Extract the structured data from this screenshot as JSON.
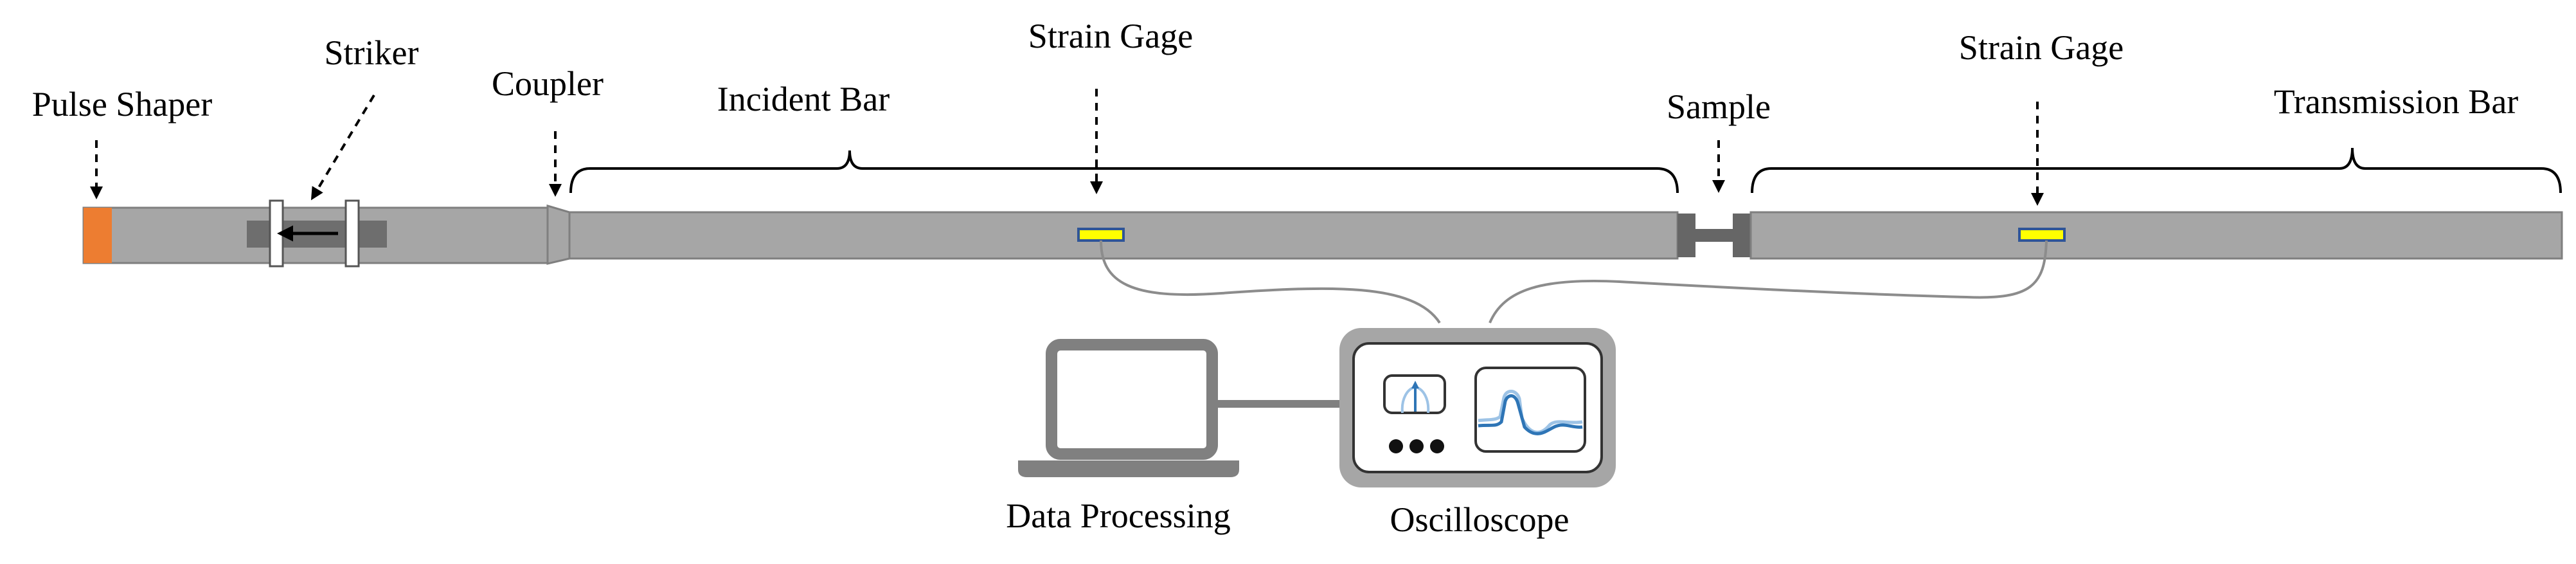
{
  "labels": {
    "pulse_shaper": "Pulse Shaper",
    "striker": "Striker",
    "coupler": "Coupler",
    "incident_bar": "Incident Bar",
    "strain_gage_incident": "Strain Gage",
    "sample": "Sample",
    "strain_gage_transmission": "Strain Gage",
    "transmission_bar": "Transmission Bar",
    "data_processing": "Data Processing",
    "oscilloscope": "Oscilloscope"
  },
  "colors": {
    "bar_fill": "#a6a6a6",
    "bar_stroke": "#7f7f7f",
    "pulse_shaper": "#ed7d31",
    "strain_gage_fill": "#ffff00",
    "strain_gage_stroke": "#2f5597",
    "dark_gray": "#7f7f7f",
    "laptop": "#808080",
    "oscilloscope_case": "#a6a6a6",
    "trace_blue": "#2e75b6",
    "trace_light": "#9dc3e6"
  },
  "icons": {
    "computer": "laptop-icon",
    "scope_dial": "gauge-icon",
    "scope_screen": "waveform-icon"
  }
}
